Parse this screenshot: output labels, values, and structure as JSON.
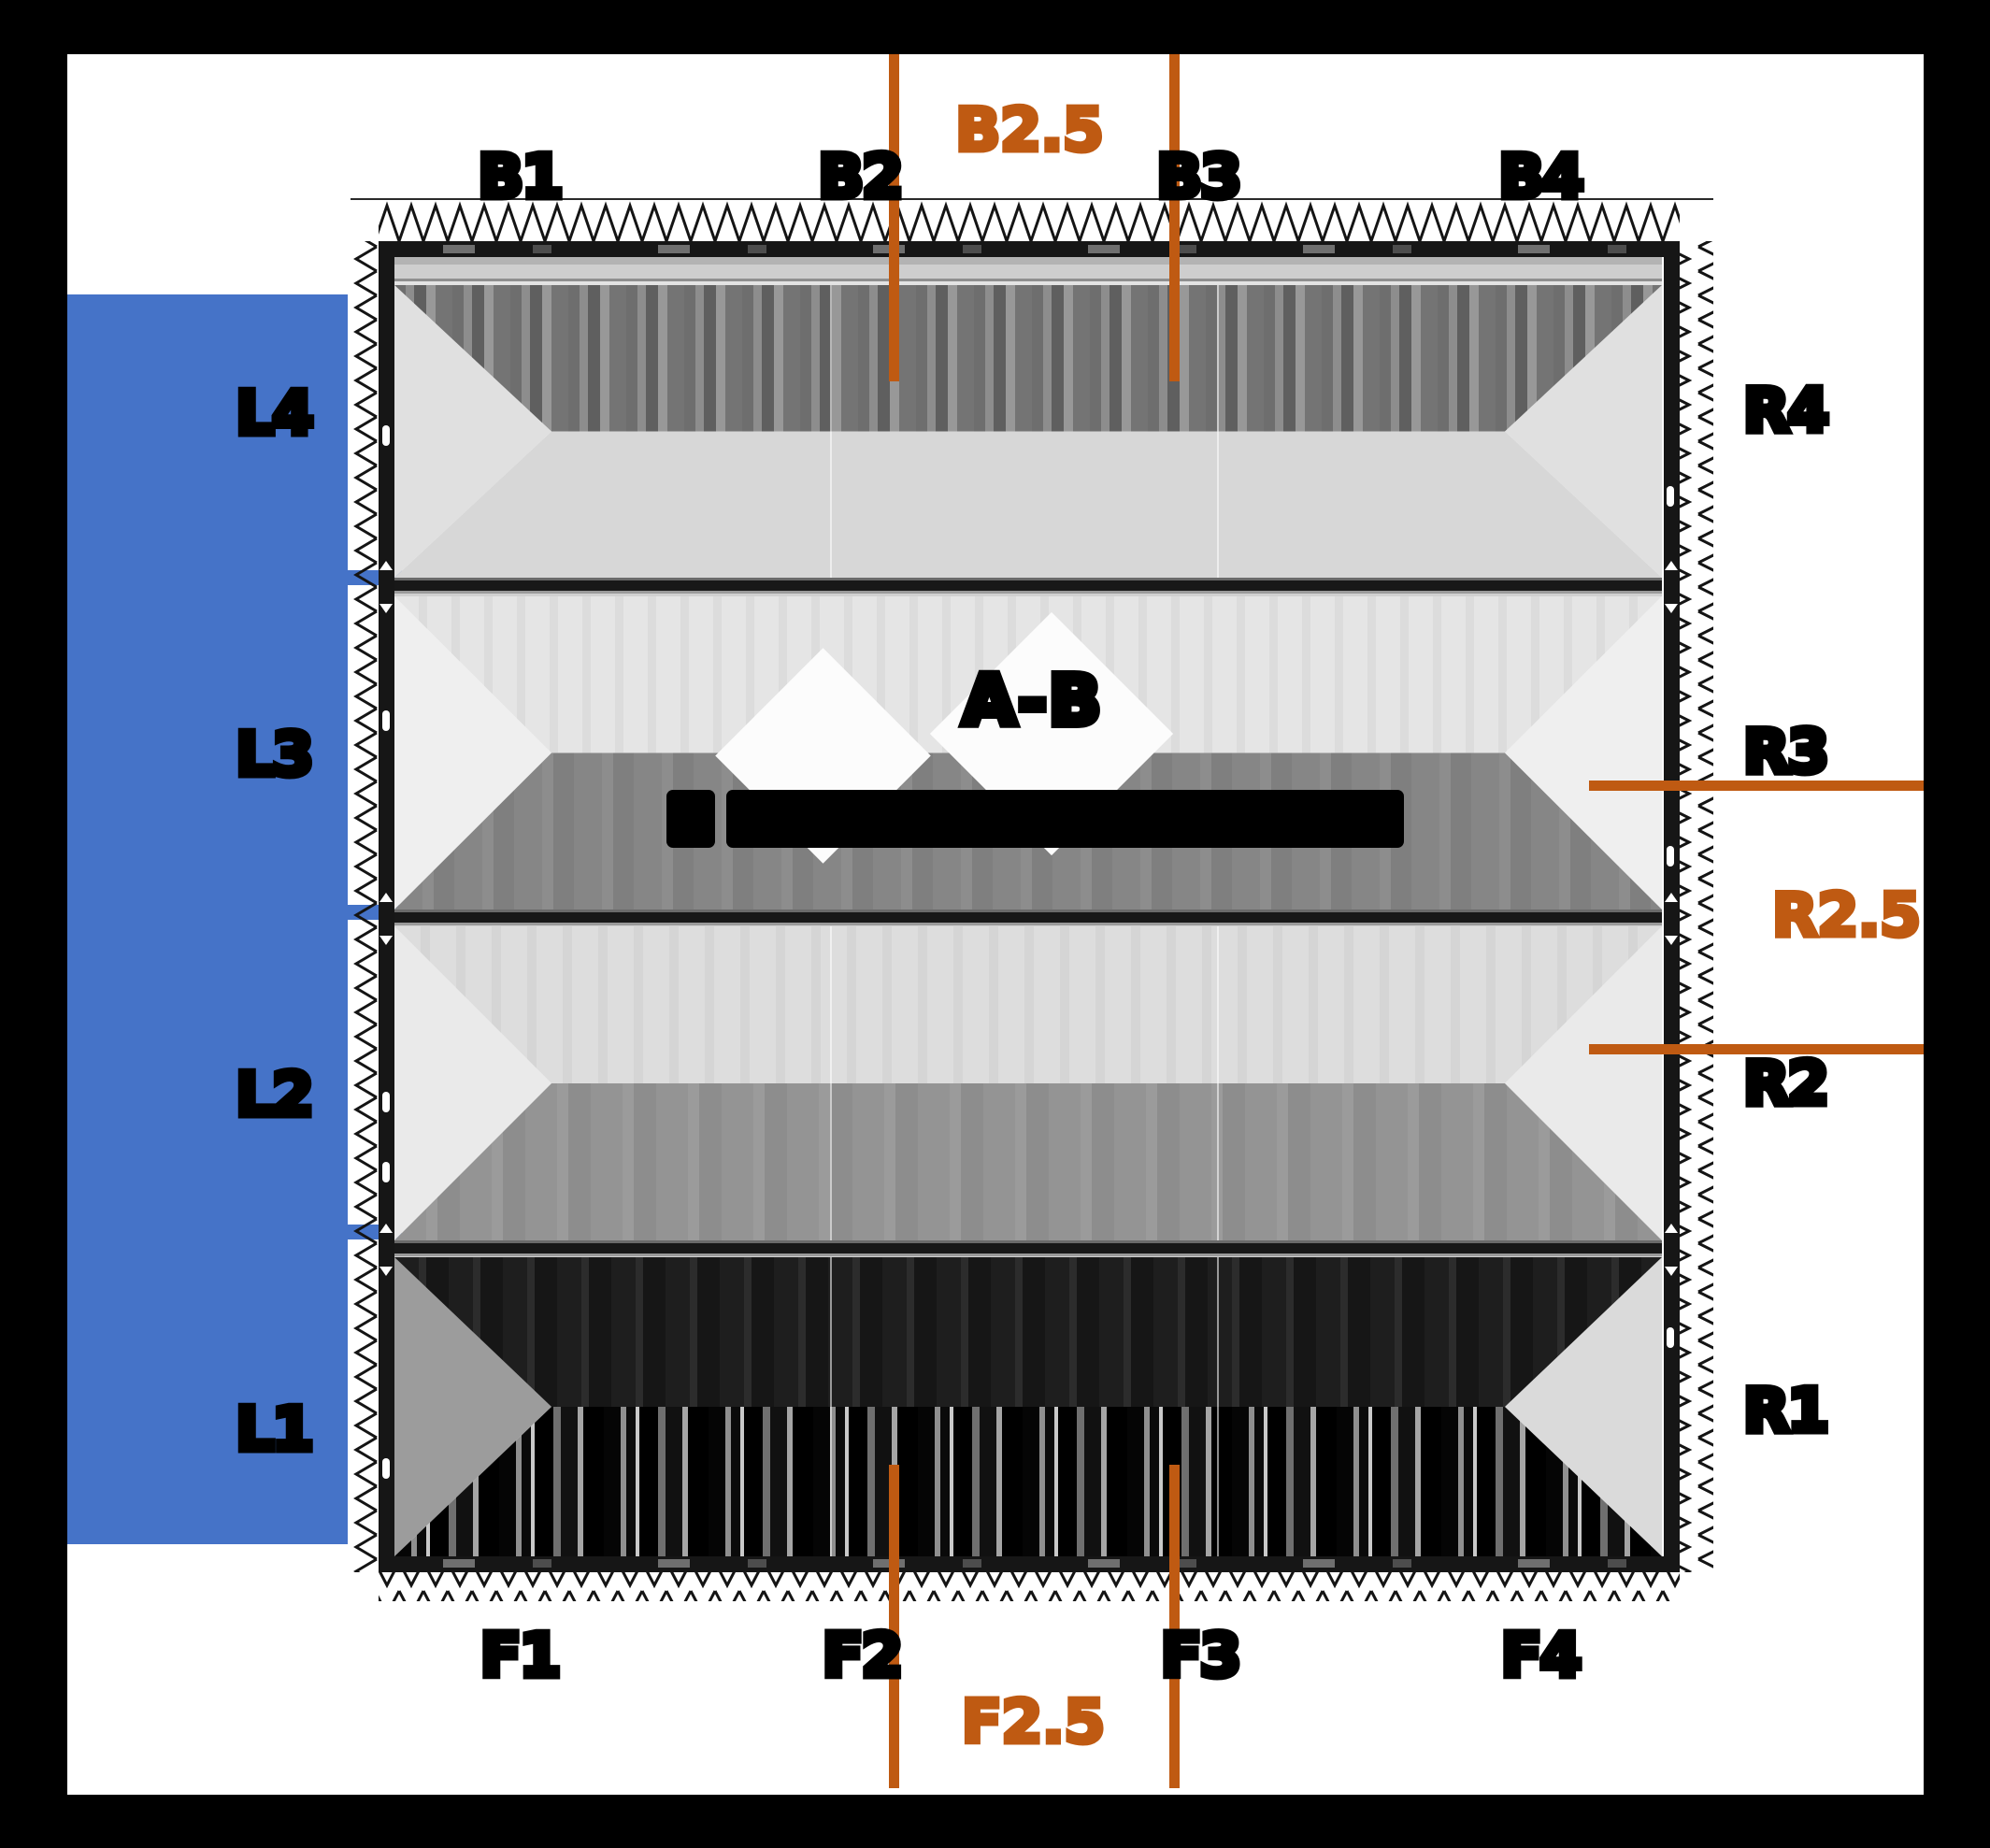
{
  "window": {
    "background_color": "#000000",
    "canvas_color": "#ffffff"
  },
  "selection": {
    "highlight_color": "#4573c8"
  },
  "grid_labels": {
    "top": [
      "B1",
      "B2",
      "B3",
      "B4"
    ],
    "bottom": [
      "F1",
      "F2",
      "F3",
      "F4"
    ],
    "left_top_to_bottom": [
      "L4",
      "L3",
      "L2",
      "L1"
    ],
    "right_top_to_bottom": [
      "R4",
      "R3",
      "R2",
      "R1"
    ]
  },
  "section_markers": {
    "back": "B2.5",
    "front": "F2.5",
    "right": "R2.5",
    "color": "#bf5a12"
  },
  "center": {
    "roof_label": "A-B"
  }
}
